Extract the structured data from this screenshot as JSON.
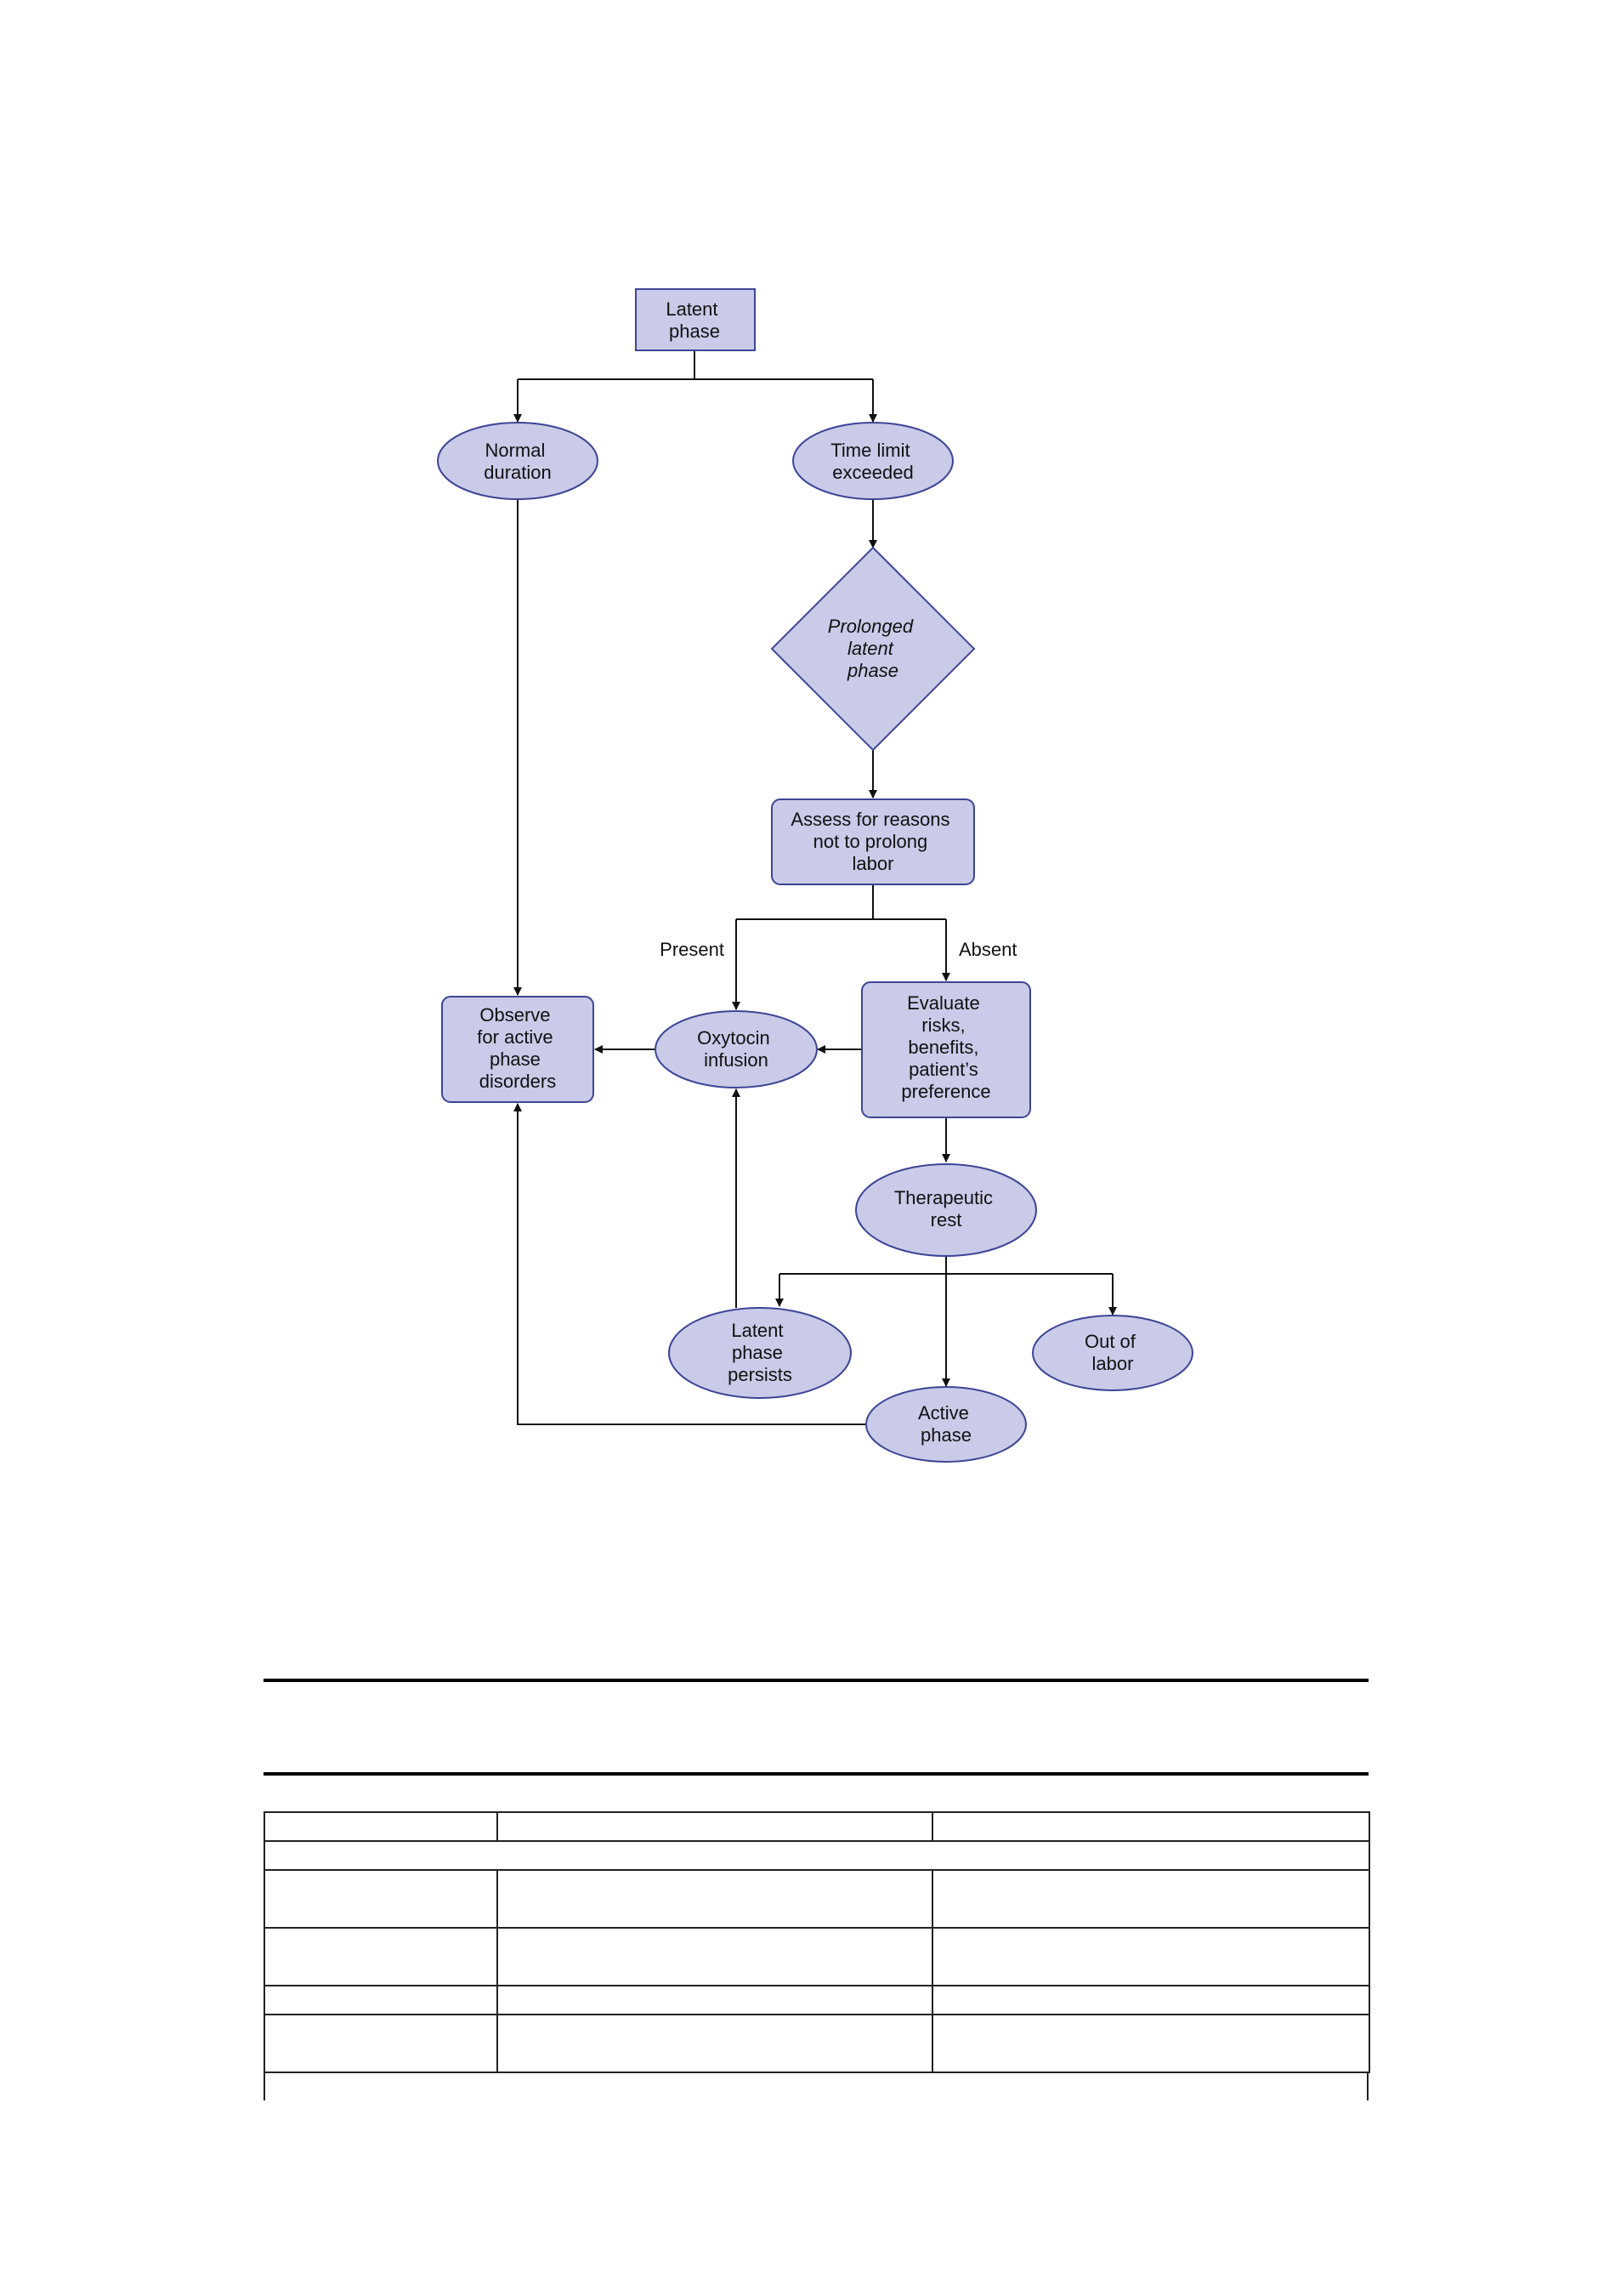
{
  "flowchart": {
    "nodes": {
      "latent_phase": [
        "Latent",
        "phase"
      ],
      "normal_duration": [
        "Normal",
        "duration"
      ],
      "time_limit": [
        "Time limit",
        "exceeded"
      ],
      "prolonged": [
        "Prolonged",
        "latent",
        "phase"
      ],
      "assess": [
        "Assess for reasons",
        "not to prolong",
        "labor"
      ],
      "observe": [
        "Observe",
        "for active",
        "phase",
        "disorders"
      ],
      "oxytocin": [
        "Oxytocin",
        "infusion"
      ],
      "evaluate": [
        "Evaluate",
        "risks,",
        "benefits,",
        "patient’s",
        "preference"
      ],
      "therapeutic_rest": [
        "Therapeutic",
        "rest"
      ],
      "latent_persists": [
        "Latent",
        "phase",
        "persists"
      ],
      "out_of_labor": [
        "Out of",
        "labor"
      ],
      "active_phase": [
        "Active",
        "phase"
      ]
    },
    "edge_labels": {
      "present": "Present",
      "absent": "Absent"
    }
  },
  "colors": {
    "node_fill": "#c9cbe8",
    "node_stroke": "#3d4596",
    "line": "#111111",
    "rule": "#000000"
  }
}
